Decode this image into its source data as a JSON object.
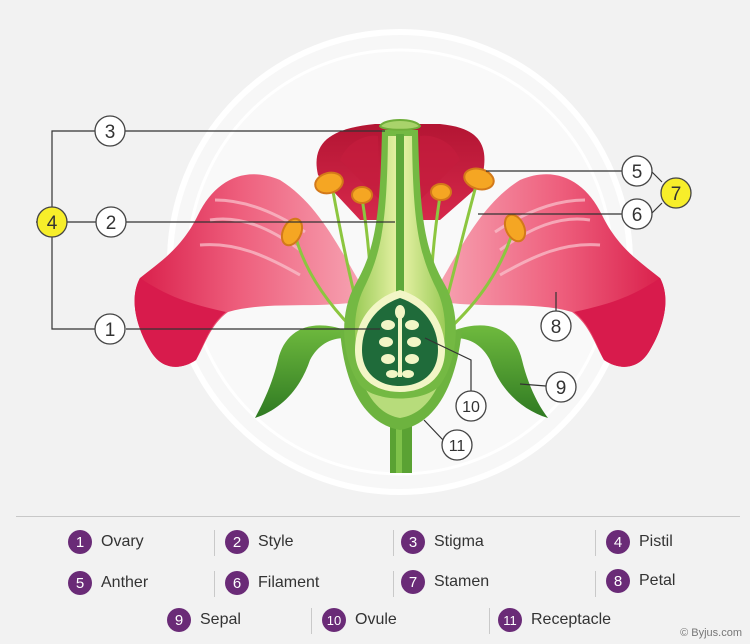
{
  "callouts": [
    "1",
    "2",
    "3",
    "4",
    "5",
    "6",
    "7",
    "8",
    "9",
    "10",
    "11"
  ],
  "legend": [
    {
      "num": "1",
      "label": "Ovary"
    },
    {
      "num": "2",
      "label": "Style"
    },
    {
      "num": "3",
      "label": "Stigma"
    },
    {
      "num": "4",
      "label": "Pistil"
    },
    {
      "num": "5",
      "label": "Anther"
    },
    {
      "num": "6",
      "label": "Filament"
    },
    {
      "num": "7",
      "label": "Stamen"
    },
    {
      "num": "8",
      "label": "Petal"
    },
    {
      "num": "9",
      "label": "Sepal"
    },
    {
      "num": "10",
      "label": "Ovule"
    },
    {
      "num": "11",
      "label": "Receptacle"
    }
  ],
  "credit": "© Byjus.com",
  "colors": {
    "legend_badge": "#6a2b77",
    "group_badge": "#f7ee2a",
    "petal_outer": "#e0245e",
    "petal_inner": "#f08aa0",
    "sepal": "#4f9e2f",
    "ovary": "#1f6b3a",
    "stigma": "#a9d36b",
    "anther": "#f5a623"
  }
}
